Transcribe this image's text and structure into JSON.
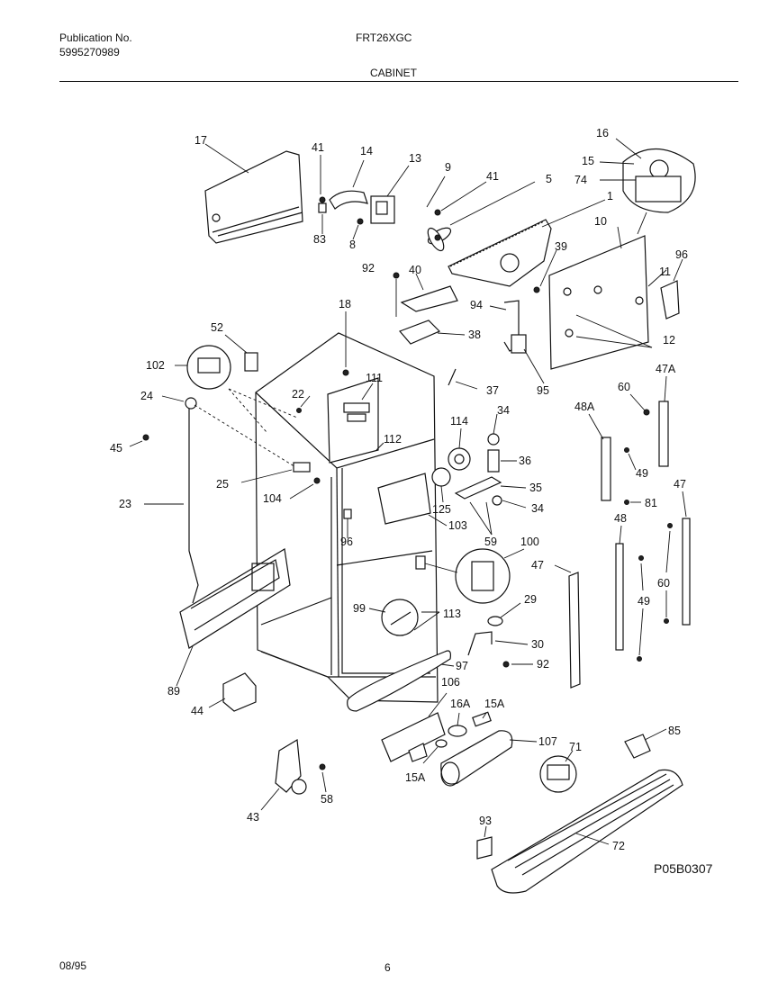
{
  "header": {
    "publication_label": "Publication No.",
    "publication_number": "5995270989",
    "model": "FRT26XGC",
    "section_title": "CABINET"
  },
  "drawing_code": "P05B0307",
  "footer": {
    "date": "08/95",
    "page": "6"
  },
  "callouts": {
    "c17": "17",
    "c41a": "41",
    "c14": "14",
    "c13": "13",
    "c9": "9",
    "c41b": "41",
    "c5": "5",
    "c16": "16",
    "c15": "15",
    "c74": "74",
    "c1": "1",
    "c83": "83",
    "c8": "8",
    "c10": "10",
    "c39": "39",
    "c96a": "96",
    "c92a": "92",
    "c40": "40",
    "c11": "11",
    "c94": "94",
    "c18": "18",
    "c38": "38",
    "c12": "12",
    "c52": "52",
    "c102": "102",
    "c111": "111",
    "c95": "95",
    "c37": "37",
    "c22": "22",
    "c24": "24",
    "c47a": "47A",
    "c60a": "60",
    "c48a": "48A",
    "c114": "114",
    "c34a": "34",
    "c45": "45",
    "c112": "112",
    "c36": "36",
    "c49a": "49",
    "c25": "25",
    "c125": "125",
    "c35": "35",
    "c104": "104",
    "c34b": "34",
    "c103": "103",
    "c81": "81",
    "c23": "23",
    "c47b": "47",
    "c48b": "48",
    "c96b": "96",
    "c59": "59",
    "c100": "100",
    "c47c": "47",
    "c60b": "60",
    "c49b": "49",
    "c29": "29",
    "c99": "99",
    "c113": "113",
    "c30": "30",
    "c97": "97",
    "c92b": "92",
    "c89": "89",
    "c106": "106",
    "c16a": "16A",
    "c15a1": "15A",
    "c44": "44",
    "c85": "85",
    "c107": "107",
    "c71": "71",
    "c15a2": "15A",
    "c58": "58",
    "c43": "43",
    "c93": "93",
    "c72": "72"
  }
}
